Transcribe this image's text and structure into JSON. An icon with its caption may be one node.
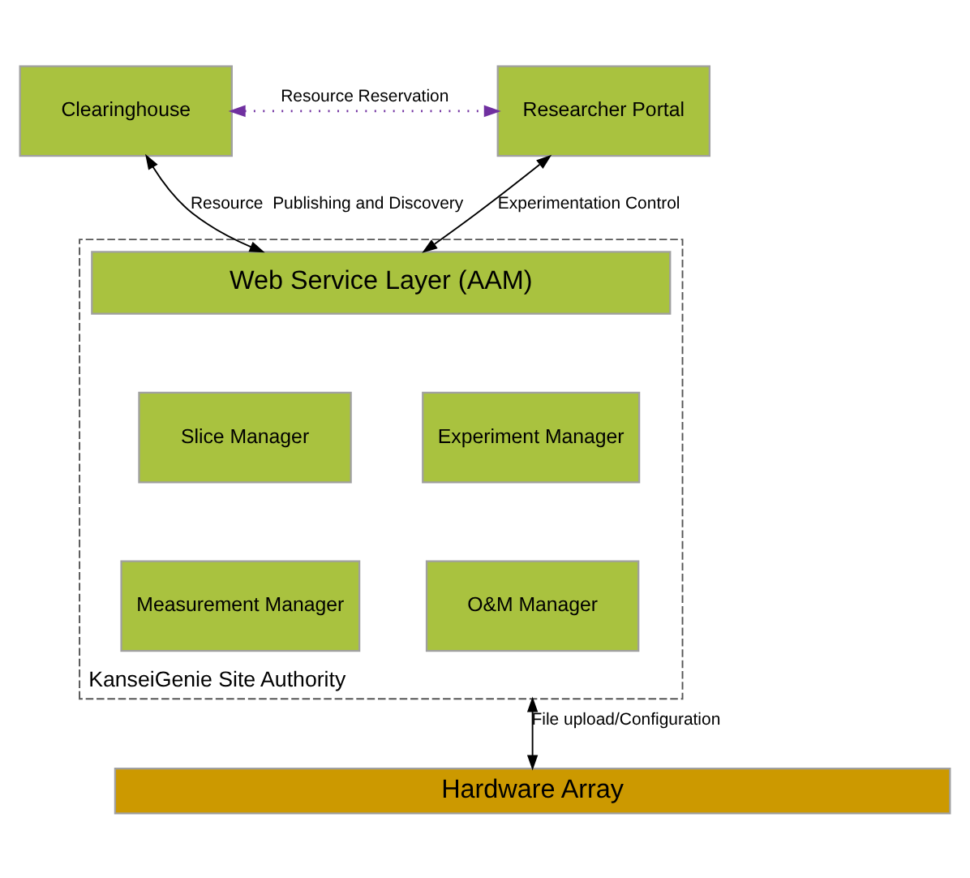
{
  "diagram": {
    "nodes": [
      {
        "text": [
          "Clearinghouse"
        ]
      },
      {
        "text": [
          "Researcher Portal"
        ]
      },
      {
        "text": [
          "KanseiGenie Site Authority"
        ]
      },
      {
        "text": [
          "Web Service Layer (AAM)"
        ],
        "in": 2
      },
      {
        "text": [
          "Slice Manager"
        ],
        "in": 2
      },
      {
        "text": [
          "Experiment Manager"
        ],
        "in": 2
      },
      {
        "text": [
          "Measurement Manager"
        ],
        "in": 2
      },
      {
        "text": [
          "O&M Manager"
        ],
        "in": 2
      },
      {
        "text": [
          "Hardware Array"
        ]
      }
    ],
    "edges": [
      {
        "from": 0,
        "to": 1,
        "arrow": "both",
        "label": "Resource Reservation",
        "style": "dashed",
        "color": "#7030a0"
      },
      {
        "from": 0,
        "to": 3,
        "arrow": "both",
        "label": "Resource  Publishing and Discovery"
      },
      {
        "from": 1,
        "to": 3,
        "arrow": "both",
        "label": "Experimentation Control"
      },
      {
        "from": 2,
        "to": 8,
        "arrow": "both",
        "label": "File upload/Configuration"
      }
    ]
  }
}
